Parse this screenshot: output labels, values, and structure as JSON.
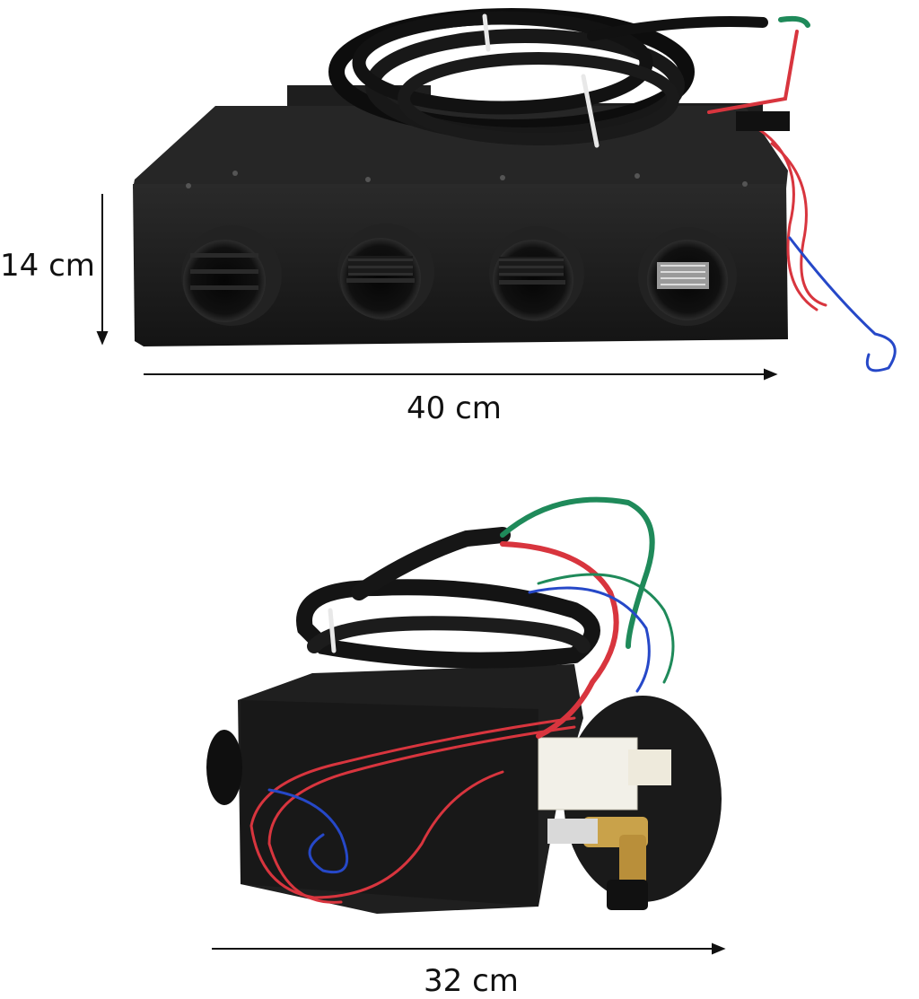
{
  "dimensions": {
    "height_top": "14 cm",
    "width_top": "40 cm",
    "width_bottom": "32 cm"
  },
  "colors": {
    "background": "#ffffff",
    "body": "#1b1b1b",
    "wire_red": "#d8353e",
    "wire_green": "#1f8a5a",
    "wire_blue": "#2648c8",
    "brass": "#c9a24a"
  },
  "items": [
    {
      "name": "heater-top-view",
      "vents": 4
    },
    {
      "name": "heater-side-view"
    }
  ]
}
